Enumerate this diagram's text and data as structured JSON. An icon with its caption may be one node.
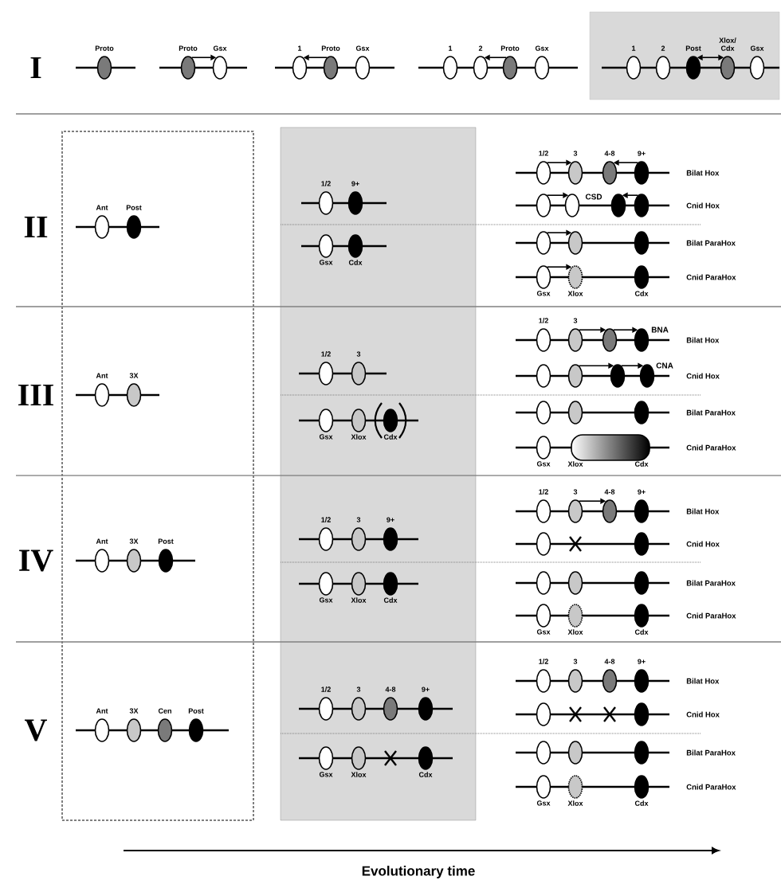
{
  "diagram": {
    "nodes": [
      {
        "text": [
          "Proto"
        ]
      },
      {
        "text": [
          "Proto"
        ]
      },
      {
        "text": [
          "Gsx"
        ]
      },
      {
        "text": [
          "1"
        ]
      },
      {
        "text": [
          "Proto"
        ]
      },
      {
        "text": [
          "Gsx"
        ]
      },
      {
        "text": [
          "1"
        ]
      },
      {
        "text": [
          "2"
        ]
      },
      {
        "text": [
          "Proto"
        ]
      },
      {
        "text": [
          "Gsx"
        ]
      },
      {
        "text": [],
        "shape": "box"
      },
      {
        "text": [
          "1"
        ],
        "in": 10
      },
      {
        "text": [
          "2"
        ],
        "in": 10
      },
      {
        "text": [
          "Post"
        ],
        "in": 10
      },
      {
        "text": [
          "Xlox/ Cdx"
        ],
        "in": 10
      },
      {
        "text": [
          "Gsx"
        ],
        "in": 10
      },
      {
        "text": [],
        "shape": "box"
      },
      {
        "text": [],
        "shape": "box"
      },
      {
        "text": [
          "Ant"
        ],
        "in": 16
      },
      {
        "text": [
          "Post"
        ],
        "in": 16
      },
      {
        "text": [
          "1/2"
        ],
        "in": 17
      },
      {
        "text": [
          "9+"
        ],
        "in": 17
      },
      {
        "text": [
          "Gsx"
        ],
        "in": 17
      },
      {
        "text": [
          "Cdx"
        ],
        "in": 17
      },
      {
        "text": [
          "1/2"
        ]
      },
      {
        "text": [
          "3"
        ]
      },
      {
        "text": [
          "4-8"
        ]
      },
      {
        "text": [
          "9+"
        ]
      },
      {
        "text": [],
        "shape": "ellipse"
      },
      {
        "text": [],
        "shape": "ellipse"
      },
      {
        "text": [],
        "shape": "ellipse"
      },
      {
        "text": [],
        "shape": "ellipse"
      },
      {
        "text": [],
        "shape": "ellipse"
      },
      {
        "text": [],
        "shape": "ellipse"
      },
      {
        "text": [],
        "shape": "ellipse"
      },
      {
        "text": [
          "Gsx"
        ]
      },
      {
        "text": [
          "Xlox"
        ]
      },
      {
        "text": [
          "Cdx"
        ]
      },
      {
        "text": [
          "Ant"
        ],
        "in": 16
      },
      {
        "text": [
          "3X"
        ],
        "in": 16
      },
      {
        "text": [
          "1/2"
        ],
        "in": 17
      },
      {
        "text": [
          "3"
        ],
        "in": 17
      },
      {
        "text": [
          "Gsx"
        ],
        "in": 17
      },
      {
        "text": [
          "Xlox"
        ],
        "in": 17
      },
      {
        "text": [
          "Cdx"
        ],
        "in": 17
      },
      {
        "text": [
          "1/2"
        ]
      },
      {
        "text": [
          "3"
        ]
      },
      {
        "text": [],
        "shape": "ellipse"
      },
      {
        "text": [],
        "shape": "ellipse"
      },
      {
        "text": [],
        "shape": "ellipse"
      },
      {
        "text": [],
        "shape": "ellipse"
      },
      {
        "text": [],
        "shape": "ellipse"
      },
      {
        "text": [],
        "shape": "ellipse"
      },
      {
        "text": [],
        "shape": "ellipse"
      },
      {
        "text": [],
        "shape": "ellipse"
      },
      {
        "text": [],
        "shape": "ellipse"
      },
      {
        "text": [
          "Gsx"
        ]
      },
      {
        "text": [
          "Xlox",
          "Cdx"
        ]
      },
      {
        "text": [
          "Ant"
        ],
        "in": 16
      },
      {
        "text": [
          "3X"
        ],
        "in": 16
      },
      {
        "text": [
          "Post"
        ],
        "in": 16
      },
      {
        "text": [
          "1/2"
        ],
        "in": 17
      },
      {
        "text": [
          "3"
        ],
        "in": 17
      },
      {
        "text": [
          "9+"
        ],
        "in": 17
      },
      {
        "text": [
          "Gsx"
        ],
        "in": 17
      },
      {
        "text": [
          "Xlox"
        ],
        "in": 17
      },
      {
        "text": [
          "Cdx"
        ],
        "in": 17
      },
      {
        "text": [
          "1/2"
        ]
      },
      {
        "text": [
          "3"
        ]
      },
      {
        "text": [
          "4-8"
        ]
      },
      {
        "text": [
          "9+"
        ]
      },
      {
        "text": [],
        "shape": "ellipse"
      },
      {
        "text": [],
        "shape": "ellipse"
      },
      {
        "text": [],
        "shape": "ellipse"
      },
      {
        "text": [],
        "shape": "ellipse"
      },
      {
        "text": [],
        "shape": "ellipse"
      },
      {
        "text": [
          "Gsx"
        ]
      },
      {
        "text": [
          "Xlox"
        ]
      },
      {
        "text": [
          "Cdx"
        ]
      },
      {
        "text": [
          "Ant"
        ],
        "in": 16
      },
      {
        "text": [
          "3X"
        ],
        "in": 16
      },
      {
        "text": [
          "Cen"
        ],
        "in": 16
      },
      {
        "text": [
          "Post"
        ],
        "in": 16
      },
      {
        "text": [
          "1/2"
        ],
        "in": 17
      },
      {
        "text": [
          "3"
        ],
        "in": 17
      },
      {
        "text": [
          "4-8"
        ],
        "in": 17
      },
      {
        "text": [
          "9+"
        ],
        "in": 17
      },
      {
        "text": [
          "Gsx"
        ],
        "in": 17
      },
      {
        "text": [
          "Xlox"
        ],
        "in": 17
      },
      {
        "text": [
          "Cdx"
        ],
        "in": 17
      },
      {
        "text": [
          "1/2"
        ]
      },
      {
        "text": [
          "3"
        ]
      },
      {
        "text": [
          "4-8"
        ]
      },
      {
        "text": [
          "9+"
        ]
      },
      {
        "text": [],
        "shape": "ellipse"
      },
      {
        "text": [],
        "shape": "ellipse"
      },
      {
        "text": [],
        "shape": "ellipse"
      },
      {
        "text": [],
        "shape": "ellipse"
      },
      {
        "text": [],
        "shape": "ellipse"
      },
      {
        "text": [
          "Gsx"
        ]
      },
      {
        "text": [
          "Xlox"
        ]
      },
      {
        "text": [
          "Cdx"
        ]
      }
    ],
    "edges": [
      {
        "from": 1,
        "to": 2,
        "arrow": "to"
      },
      {
        "from": 4,
        "to": 3,
        "arrow": "to"
      },
      {
        "from": 8,
        "to": 7,
        "arrow": "to"
      },
      {
        "from": 13,
        "to": 14,
        "arrow": "both"
      },
      {
        "from": 24,
        "to": 25,
        "arrow": "to"
      },
      {
        "from": 27,
        "to": 26,
        "arrow": "to"
      },
      {
        "from": 28,
        "to": 29,
        "arrow": "to"
      },
      {
        "from": 31,
        "to": 30,
        "arrow": "to"
      },
      {
        "from": 32,
        "to": 33,
        "arrow": "to"
      },
      {
        "from": 35,
        "to": 36,
        "arrow": "to"
      },
      {
        "from": 46,
        "to": 47,
        "arrow": "to"
      },
      {
        "from": 47,
        "to": 48,
        "arrow": "to"
      },
      {
        "from": 50,
        "to": 51,
        "arrow": "to"
      },
      {
        "from": 51,
        "to": 52,
        "arrow": "to"
      },
      {
        "from": 68,
        "to": 69,
        "arrow": "to"
      }
    ],
    "labels": [
      "I",
      "II",
      "Bilat Hox",
      "CSD",
      "Cnid Hox",
      "Bilat ParaHox",
      "Cnid ParaHox",
      "III",
      "BNA",
      "Bilat Hox",
      "CNA",
      "Cnid Hox",
      "Bilat ParaHox",
      "Cnid ParaHox",
      "IV",
      "Bilat Hox",
      "Cnid Hox",
      "Bilat ParaHox",
      "Cnid ParaHox",
      "V",
      "Bilat Hox",
      "Cnid Hox",
      "Bilat ParaHox",
      "Cnid ParaHox",
      "Evolutionary time"
    ]
  }
}
